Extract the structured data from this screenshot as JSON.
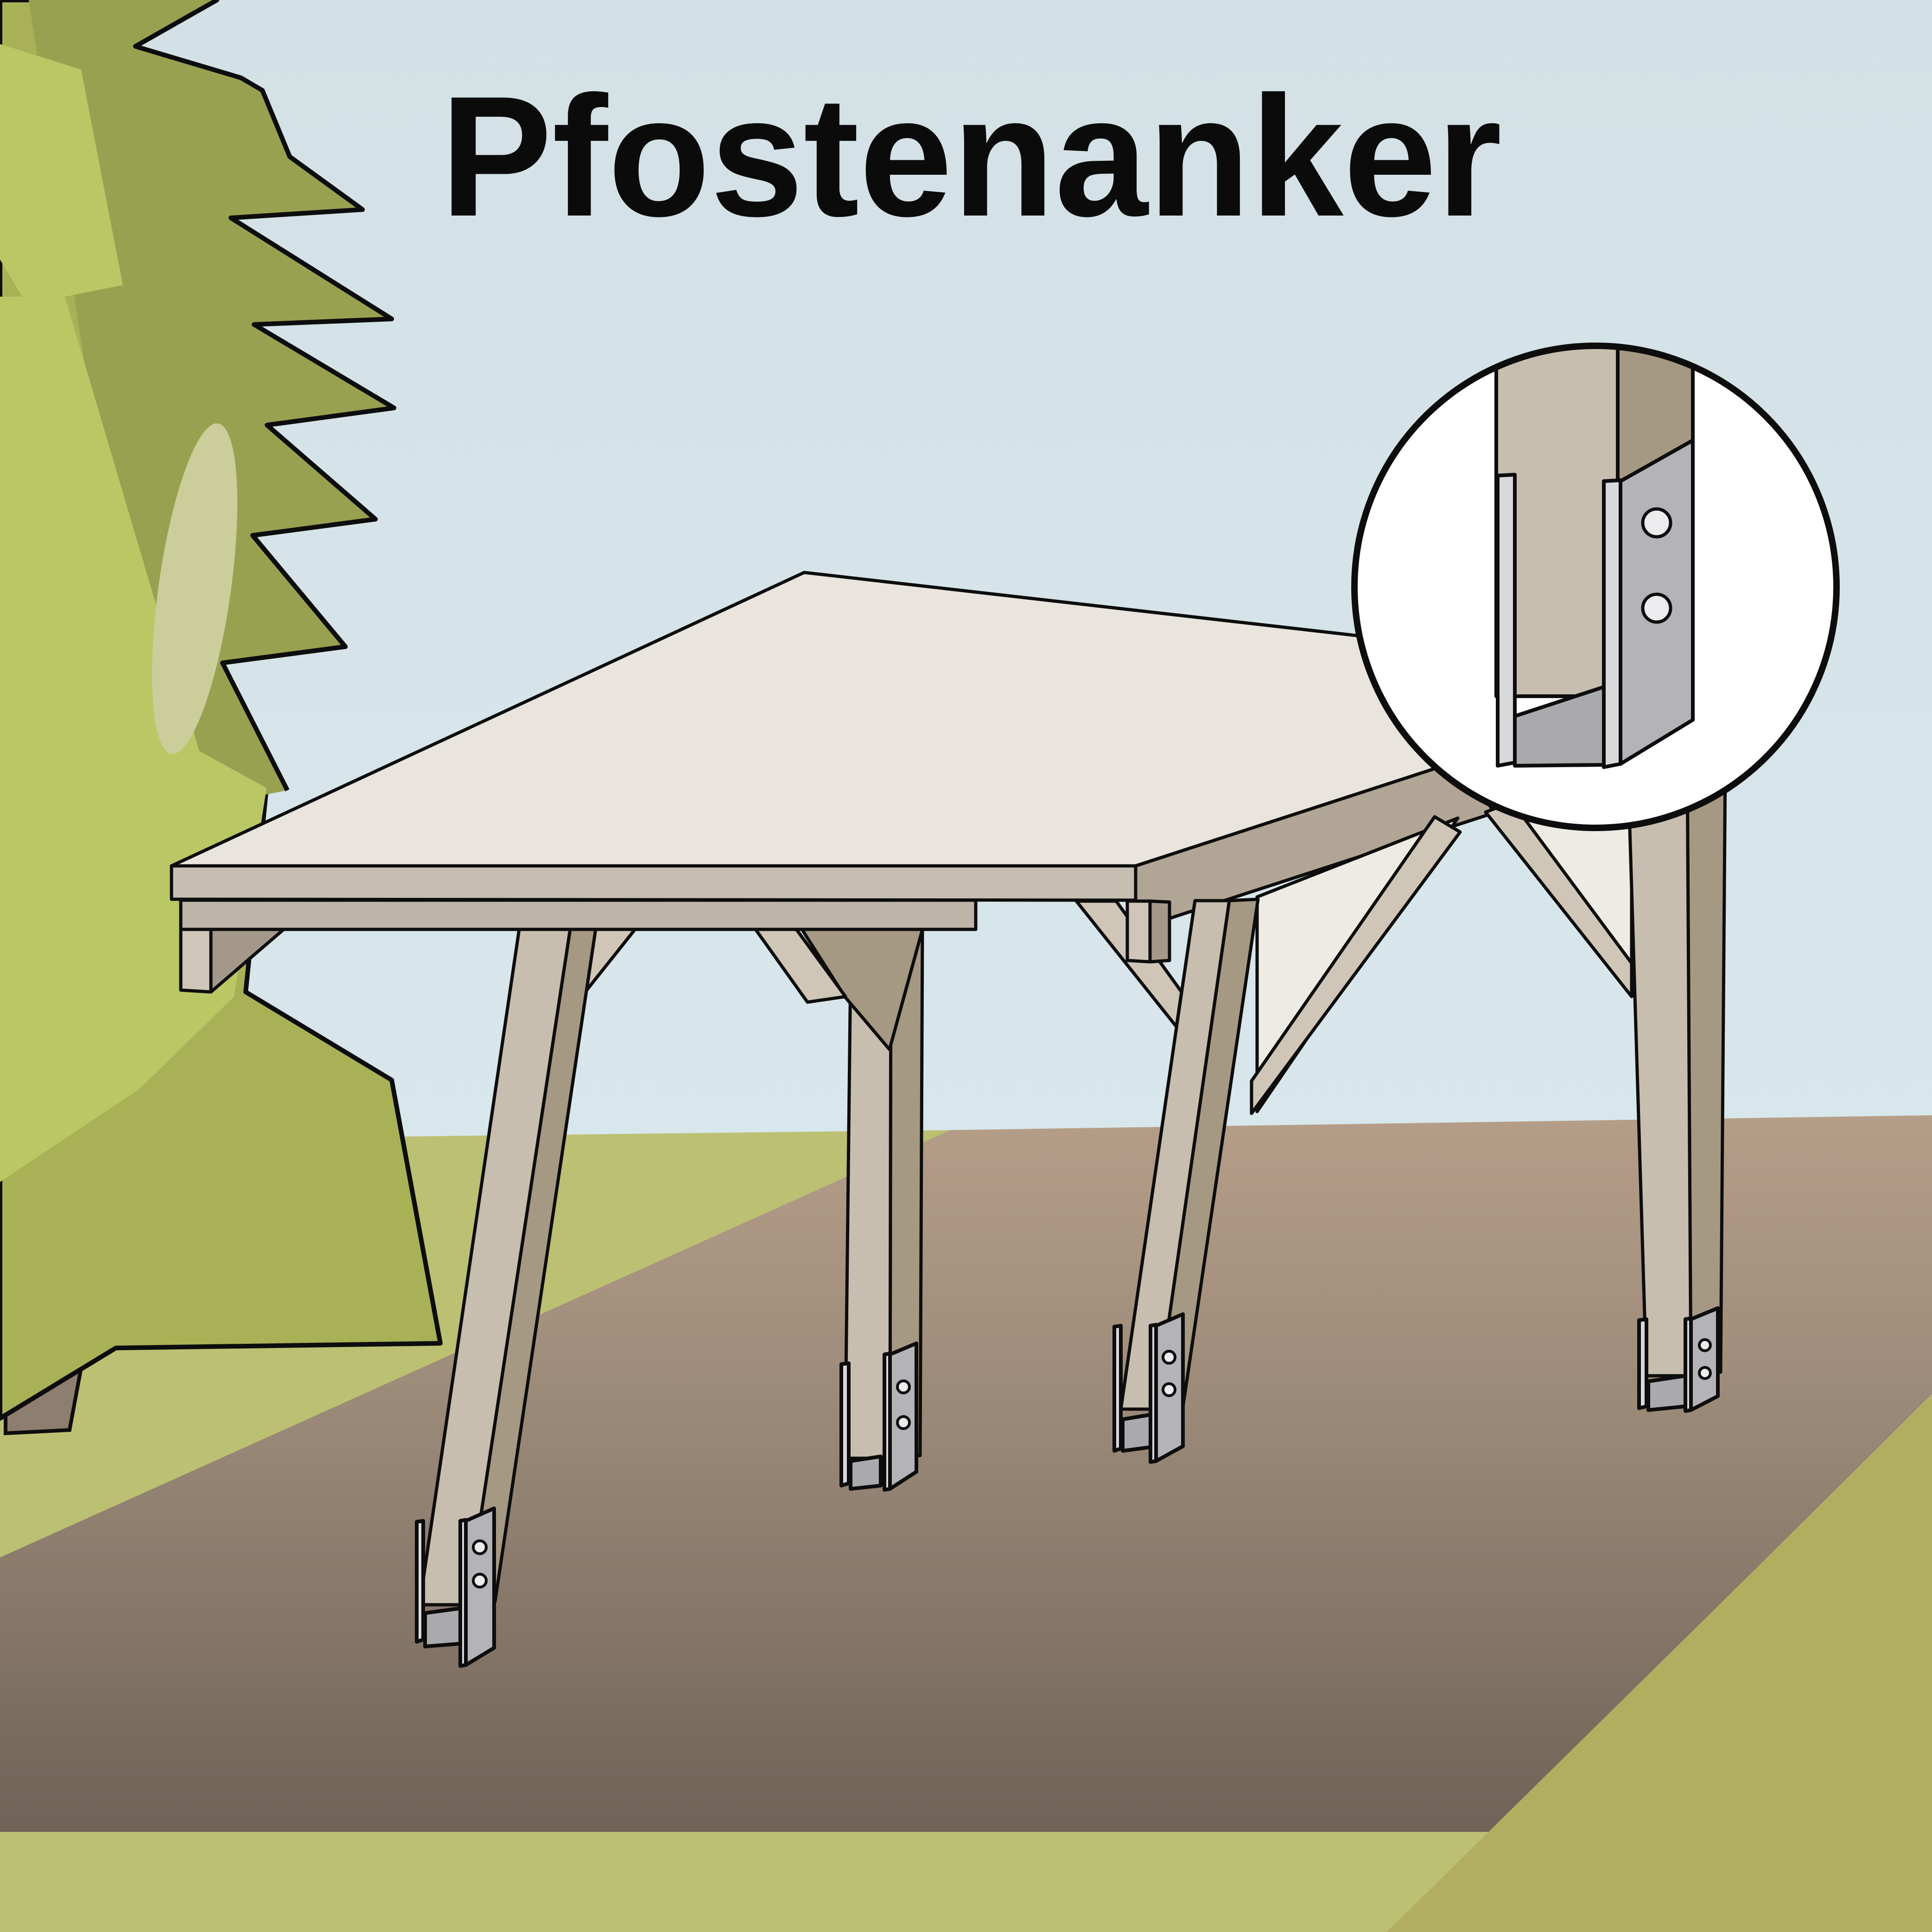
{
  "title": "Pfostenanker",
  "language": "de",
  "scene": {
    "kind": "instructional illustration",
    "subject": "Flat-roof carport standing on four wooden posts, each fixed with a metal post anchor (Pfostenanker)",
    "post_count": 4,
    "anchor_count": 4,
    "bolt_holes_per_anchor": 2,
    "detail_view": "Magnifier circle at top right showing an enlarged post bottom with H-shaped metal post anchor and two bolt holes",
    "background": "Light blue sky, green meadow with brown dirt area, stylized conifer tree at the left"
  },
  "colors": {
    "title_text": "#0b0b0b",
    "sky_top": "#d3e1e6",
    "sky_bottom": "#dcebf0",
    "grass": "#bcc073",
    "grass_dark": "#b1ae60",
    "dirt_top": "#b59e88",
    "dirt_bottom": "#6f6357",
    "foliage_dark": "#98a150",
    "foliage_mid": "#a9b157",
    "foliage_light": "#b9c765",
    "foliage_highlight": "#cbcd9a",
    "trunk": "#8e7e6f",
    "wood_top": "#e9e5de",
    "wood_fascia": "#c6beb1",
    "wood_beam": "#beb5a8",
    "wood_side": "#b1a695",
    "wood_post_front": "#c7beb0",
    "wood_post_side": "#a69983",
    "wood_brace": "#cfc6b8",
    "wood_far_face": "#eeebe4",
    "metal_light": "#d9d9dc",
    "metal_plate": "#b4b4b8",
    "metal_web": "#aaaaae",
    "bolt_hole": "#ececee",
    "outline": "#0d0d0d"
  }
}
